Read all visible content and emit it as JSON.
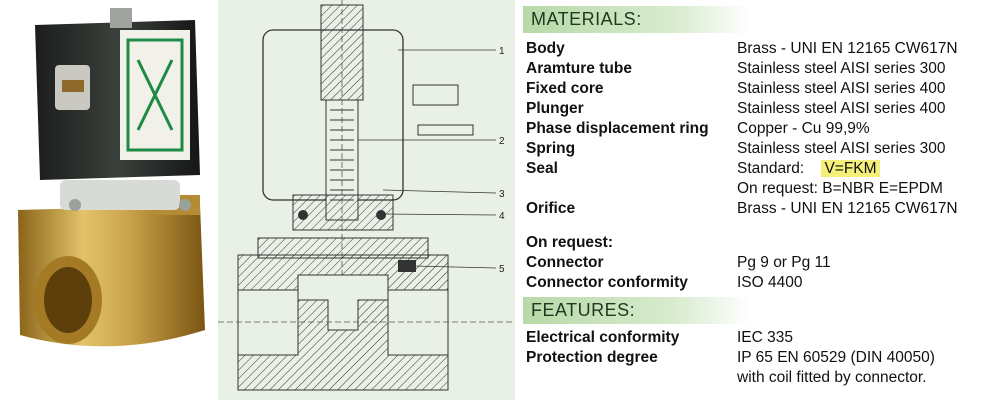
{
  "materials": {
    "heading": "MATERIALS:",
    "rows": [
      {
        "label": "Body",
        "value": "Brass - UNI EN 12165 CW617N"
      },
      {
        "label": "Aramture tube",
        "value": "Stainless steel AISI series 300"
      },
      {
        "label": "Fixed core",
        "value": "Stainless steel AISI series 400"
      },
      {
        "label": "Plunger",
        "value": "Stainless steel AISI series 400"
      },
      {
        "label": "Phase displacement ring",
        "value": "Copper - Cu 99,9%"
      },
      {
        "label": "Spring",
        "value": "Stainless steel AISI series 300"
      }
    ],
    "seal": {
      "label": "Seal",
      "standard_prefix": "Standard:",
      "standard_value": "V=FKM",
      "on_request": "On request: B=NBR   E=EPDM"
    },
    "orifice": {
      "label": "Orifice",
      "value": "Brass - UNI EN 12165 CW617N"
    },
    "on_request_heading": "On request:",
    "connector": {
      "label": "Connector",
      "value": "Pg 9 or Pg 11"
    },
    "connector_conformity": {
      "label": "Connector conformity",
      "value": "ISO 4400"
    }
  },
  "features": {
    "heading": "FEATURES:",
    "rows": [
      {
        "label": "Electrical conformity",
        "value": "IEC 335"
      },
      {
        "label": "Protection degree",
        "value": "IP 65 EN 60529 (DIN 40050)",
        "value2": "with coil fitted by connector."
      }
    ]
  },
  "drawing": {
    "callouts": [
      "1",
      "2",
      "3",
      "4",
      "5"
    ]
  },
  "colors": {
    "band": "#b8d9a8",
    "drawing_bg": "#e9f1e6",
    "highlight": "#f4f07a",
    "brass": "#c9a24a"
  }
}
